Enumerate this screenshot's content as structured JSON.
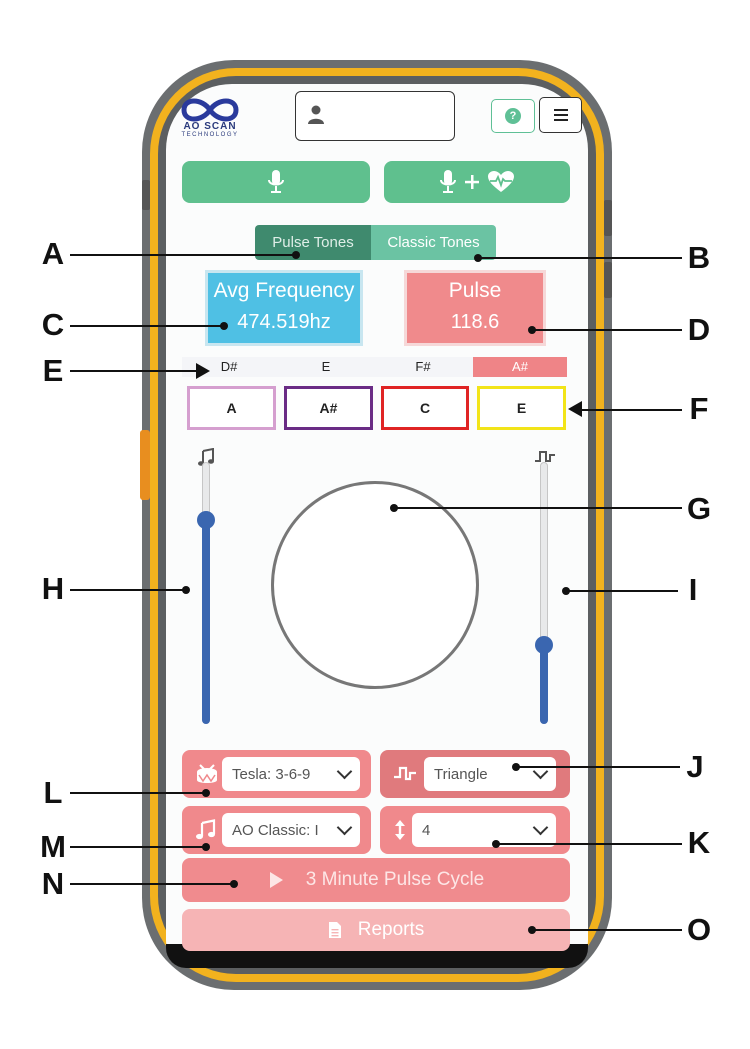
{
  "header": {
    "logo_text": "AO SCAN",
    "logo_subtext": "TECHNOLOGY",
    "help_label": "?"
  },
  "tone_tabs": [
    {
      "label": "Pulse Tones",
      "active": true
    },
    {
      "label": "Classic Tones",
      "active": false
    }
  ],
  "readouts": {
    "frequency": {
      "title": "Avg Frequency",
      "value": "474.519hz"
    },
    "pulse": {
      "title": "Pulse",
      "value": "118.6"
    }
  },
  "note_labels": [
    "D#",
    "E",
    "F#",
    "A#"
  ],
  "note_boxes": [
    {
      "label": "A",
      "color": "#d59fcf"
    },
    {
      "label": "A#",
      "color": "#6a2c85"
    },
    {
      "label": "C",
      "color": "#e02424"
    },
    {
      "label": "E",
      "color": "#f2e418"
    }
  ],
  "sliders": {
    "left_level": 0.78,
    "right_level": 0.3
  },
  "controls": {
    "rhythm_select": "Tesla: 3-6-9",
    "waveform_select": "Triangle",
    "tone_set_select": "AO Classic: I",
    "step_select": "4"
  },
  "buttons": {
    "cycle_label": "3 Minute Pulse Cycle",
    "reports_label": "Reports"
  },
  "callouts": [
    "A",
    "B",
    "C",
    "D",
    "E",
    "F",
    "G",
    "H",
    "I",
    "J",
    "K",
    "L",
    "M",
    "N",
    "O"
  ],
  "colors": {
    "green": "#5fc08e",
    "pink": "#f0898c",
    "cyan": "#4fc0e4",
    "slider_blue": "#3a66b0"
  }
}
